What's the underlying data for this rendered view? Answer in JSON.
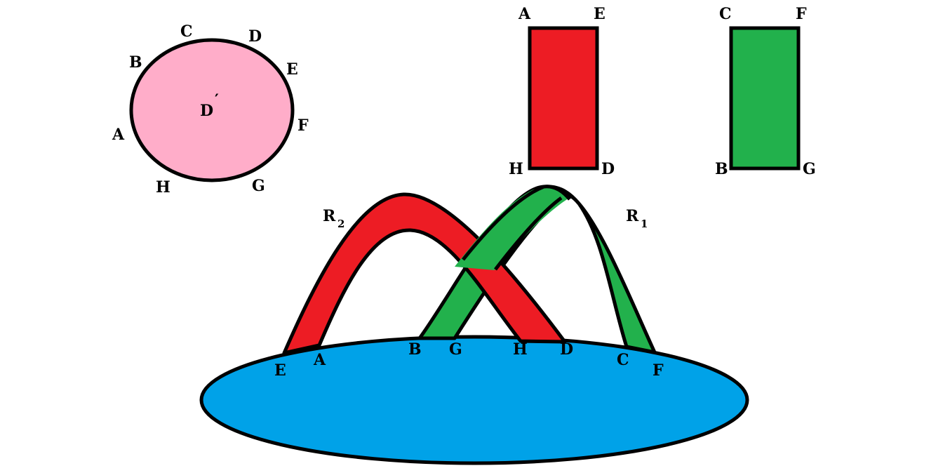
{
  "colors": {
    "disk_fill": "#FFADC9",
    "red_rect": "#ED1C24",
    "green_rect": "#22B14C",
    "base_ellipse": "#00A2E8",
    "stroke": "#000000"
  },
  "disk": {
    "center_label": "D",
    "center_prime": "′",
    "boundary_labels": [
      "C",
      "D",
      "B",
      "E",
      "F",
      "A",
      "H",
      "G"
    ]
  },
  "red_rectangle": {
    "labels": [
      "A",
      "E",
      "H",
      "D"
    ]
  },
  "green_rectangle": {
    "labels": [
      "C",
      "F",
      "B",
      "G"
    ]
  },
  "bands": {
    "red_label": "R",
    "red_subscript": "2",
    "green_label": "R",
    "green_subscript": "1"
  },
  "base_labels": [
    "E",
    "A",
    "B",
    "G",
    "H",
    "D",
    "C",
    "F"
  ]
}
